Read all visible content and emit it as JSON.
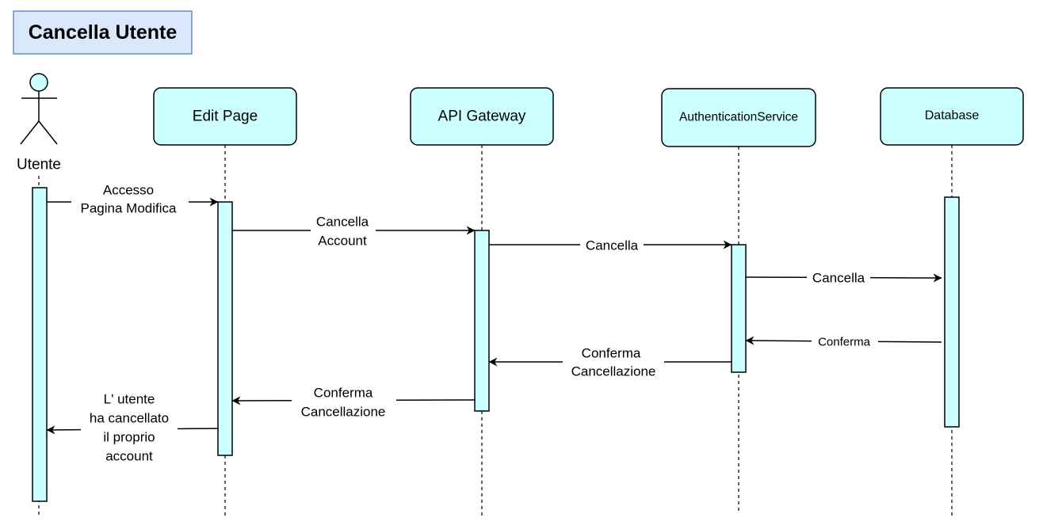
{
  "title": "Cancella Utente",
  "colors": {
    "title_fill": "#dae8fc",
    "title_stroke": "#6c8ebf",
    "participant_fill": "#ccffff",
    "activation_fill": "#ccffff",
    "line": "#000000"
  },
  "actor": {
    "label": "Utente"
  },
  "participants": [
    {
      "id": "edit",
      "label": "Edit Page"
    },
    {
      "id": "gateway",
      "label": "API Gateway"
    },
    {
      "id": "auth",
      "label": "AuthenticationService"
    },
    {
      "id": "db",
      "label": "Database"
    }
  ],
  "messages": [
    {
      "id": "m1",
      "from": "Utente",
      "to": "Edit Page",
      "type": "call",
      "lines": [
        "Accesso",
        "Pagina Modifica"
      ]
    },
    {
      "id": "m2",
      "from": "Edit Page",
      "to": "API Gateway",
      "type": "call",
      "lines": [
        "Cancella",
        "Account"
      ]
    },
    {
      "id": "m3",
      "from": "API Gateway",
      "to": "AuthenticationService",
      "type": "call",
      "lines": [
        "Cancella"
      ]
    },
    {
      "id": "m4",
      "from": "AuthenticationService",
      "to": "Database",
      "type": "call",
      "lines": [
        "Cancella"
      ]
    },
    {
      "id": "m5",
      "from": "Database",
      "to": "AuthenticationService",
      "type": "return",
      "lines": [
        "Conferma"
      ]
    },
    {
      "id": "m6",
      "from": "AuthenticationService",
      "to": "API Gateway",
      "type": "return",
      "lines": [
        "Conferma",
        "Cancellazione"
      ]
    },
    {
      "id": "m7",
      "from": "API Gateway",
      "to": "Edit Page",
      "type": "return",
      "lines": [
        "Conferma",
        "Cancellazione"
      ]
    },
    {
      "id": "m8",
      "from": "Edit Page",
      "to": "Utente",
      "type": "return",
      "lines": [
        "L' utente",
        "ha cancellato",
        "il proprio",
        "account"
      ]
    }
  ]
}
